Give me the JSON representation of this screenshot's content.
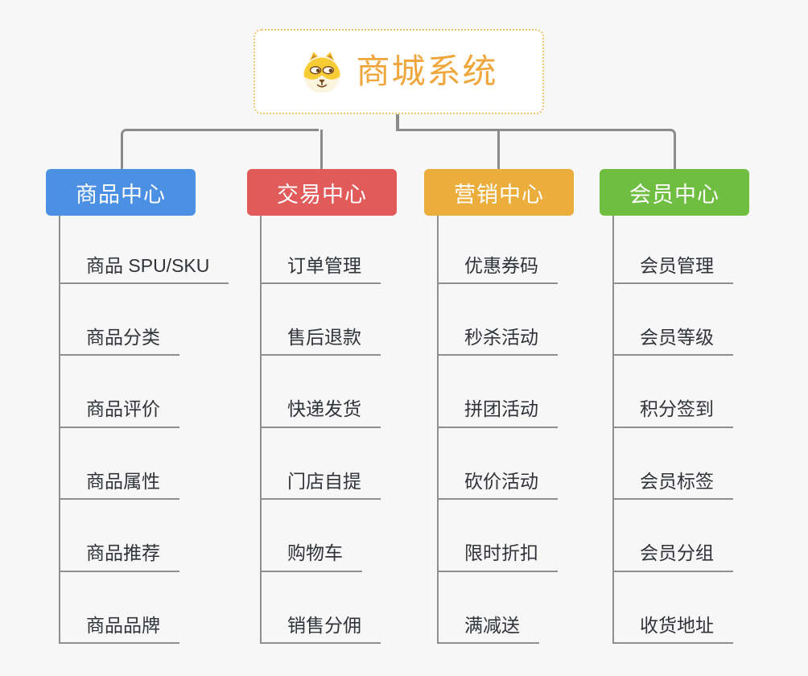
{
  "root": {
    "title": "商城系统",
    "icon": "shiba-dog-icon"
  },
  "branches": [
    {
      "label": "商品中心",
      "color": "#4B90E2",
      "children": [
        "商品 SPU/SKU",
        "商品分类",
        "商品评价",
        "商品属性",
        "商品推荐",
        "商品品牌"
      ]
    },
    {
      "label": "交易中心",
      "color": "#E25B5B",
      "children": [
        "订单管理",
        "售后退款",
        "快递发货",
        "门店自提",
        "购物车",
        "销售分佣"
      ]
    },
    {
      "label": "营销中心",
      "color": "#EBAD3C",
      "children": [
        "优惠券码",
        "秒杀活动",
        "拼团活动",
        "砍价活动",
        "限时折扣",
        "满减送"
      ]
    },
    {
      "label": "会员中心",
      "color": "#6FBE42",
      "children": [
        "会员管理",
        "会员等级",
        "积分签到",
        "会员标签",
        "会员分组",
        "收货地址"
      ]
    }
  ],
  "palette": {
    "background": "#F7F7F7",
    "connector_gray": "#8B8B8B",
    "underline_gray": "#8F8F8F",
    "child_text": "#303338",
    "root_text_orange": "#EFA63C",
    "root_border_orange": "#F3C475",
    "branch_text": "#FFFFFF"
  }
}
